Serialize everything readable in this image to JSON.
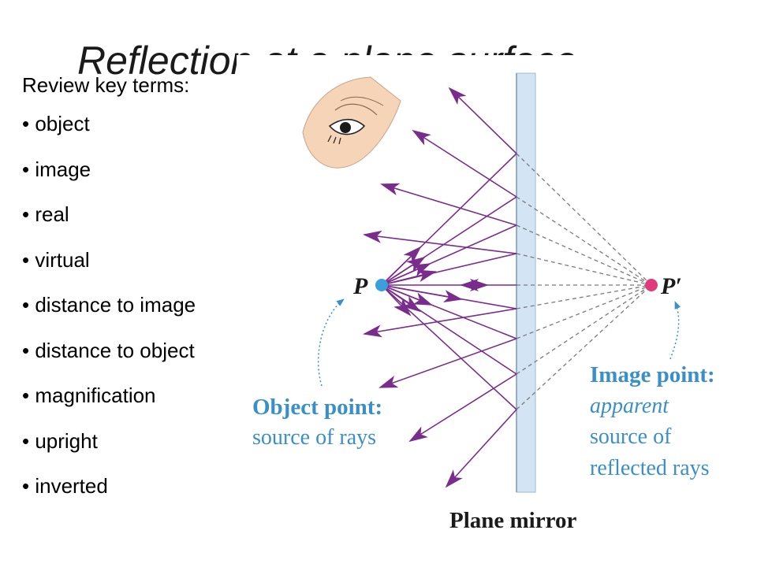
{
  "slide": {
    "title": "Reflection at a plane surface",
    "review_header": "Review key terms:",
    "terms": [
      "• object",
      "• image",
      "• real",
      "• virtual",
      "• distance to image",
      "• distance to object",
      "• magnification",
      "• upright",
      "• inverted"
    ]
  },
  "diagram": {
    "object_label": "P",
    "image_label": "P′",
    "object_caption_1": "Object point:",
    "object_caption_2": "source of rays",
    "image_caption_1": "Image point:",
    "image_caption_2": "apparent",
    "image_caption_3": "source of",
    "image_caption_4": "reflected rays",
    "mirror_label": "Plane mirror"
  },
  "colors": {
    "ray": "#7a2c8c",
    "object_blue": "#3aa0dc",
    "image_pink": "#e03a7a",
    "caption_blue": "#3a8fc8",
    "mirror_fill": "#d3e4f4",
    "dashed": "#7a7a7a"
  }
}
